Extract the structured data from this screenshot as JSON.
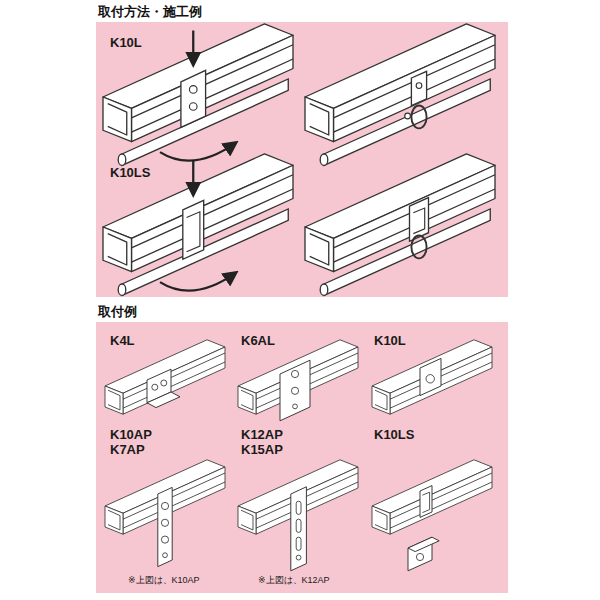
{
  "diagram": {
    "nodes": [
      {
        "text": [
          "取付方法・施工例"
        ]
      },
      {
        "text": [
          "取付例"
        ]
      }
    ],
    "labels": [
      "K10L",
      "K10LS",
      "K4L",
      "K6AL",
      "K10L",
      "K10AP",
      "K7AP",
      "K12AP",
      "K15AP",
      "K10LS",
      "※上図は、K10AP",
      "※上図は、K12AP"
    ]
  }
}
